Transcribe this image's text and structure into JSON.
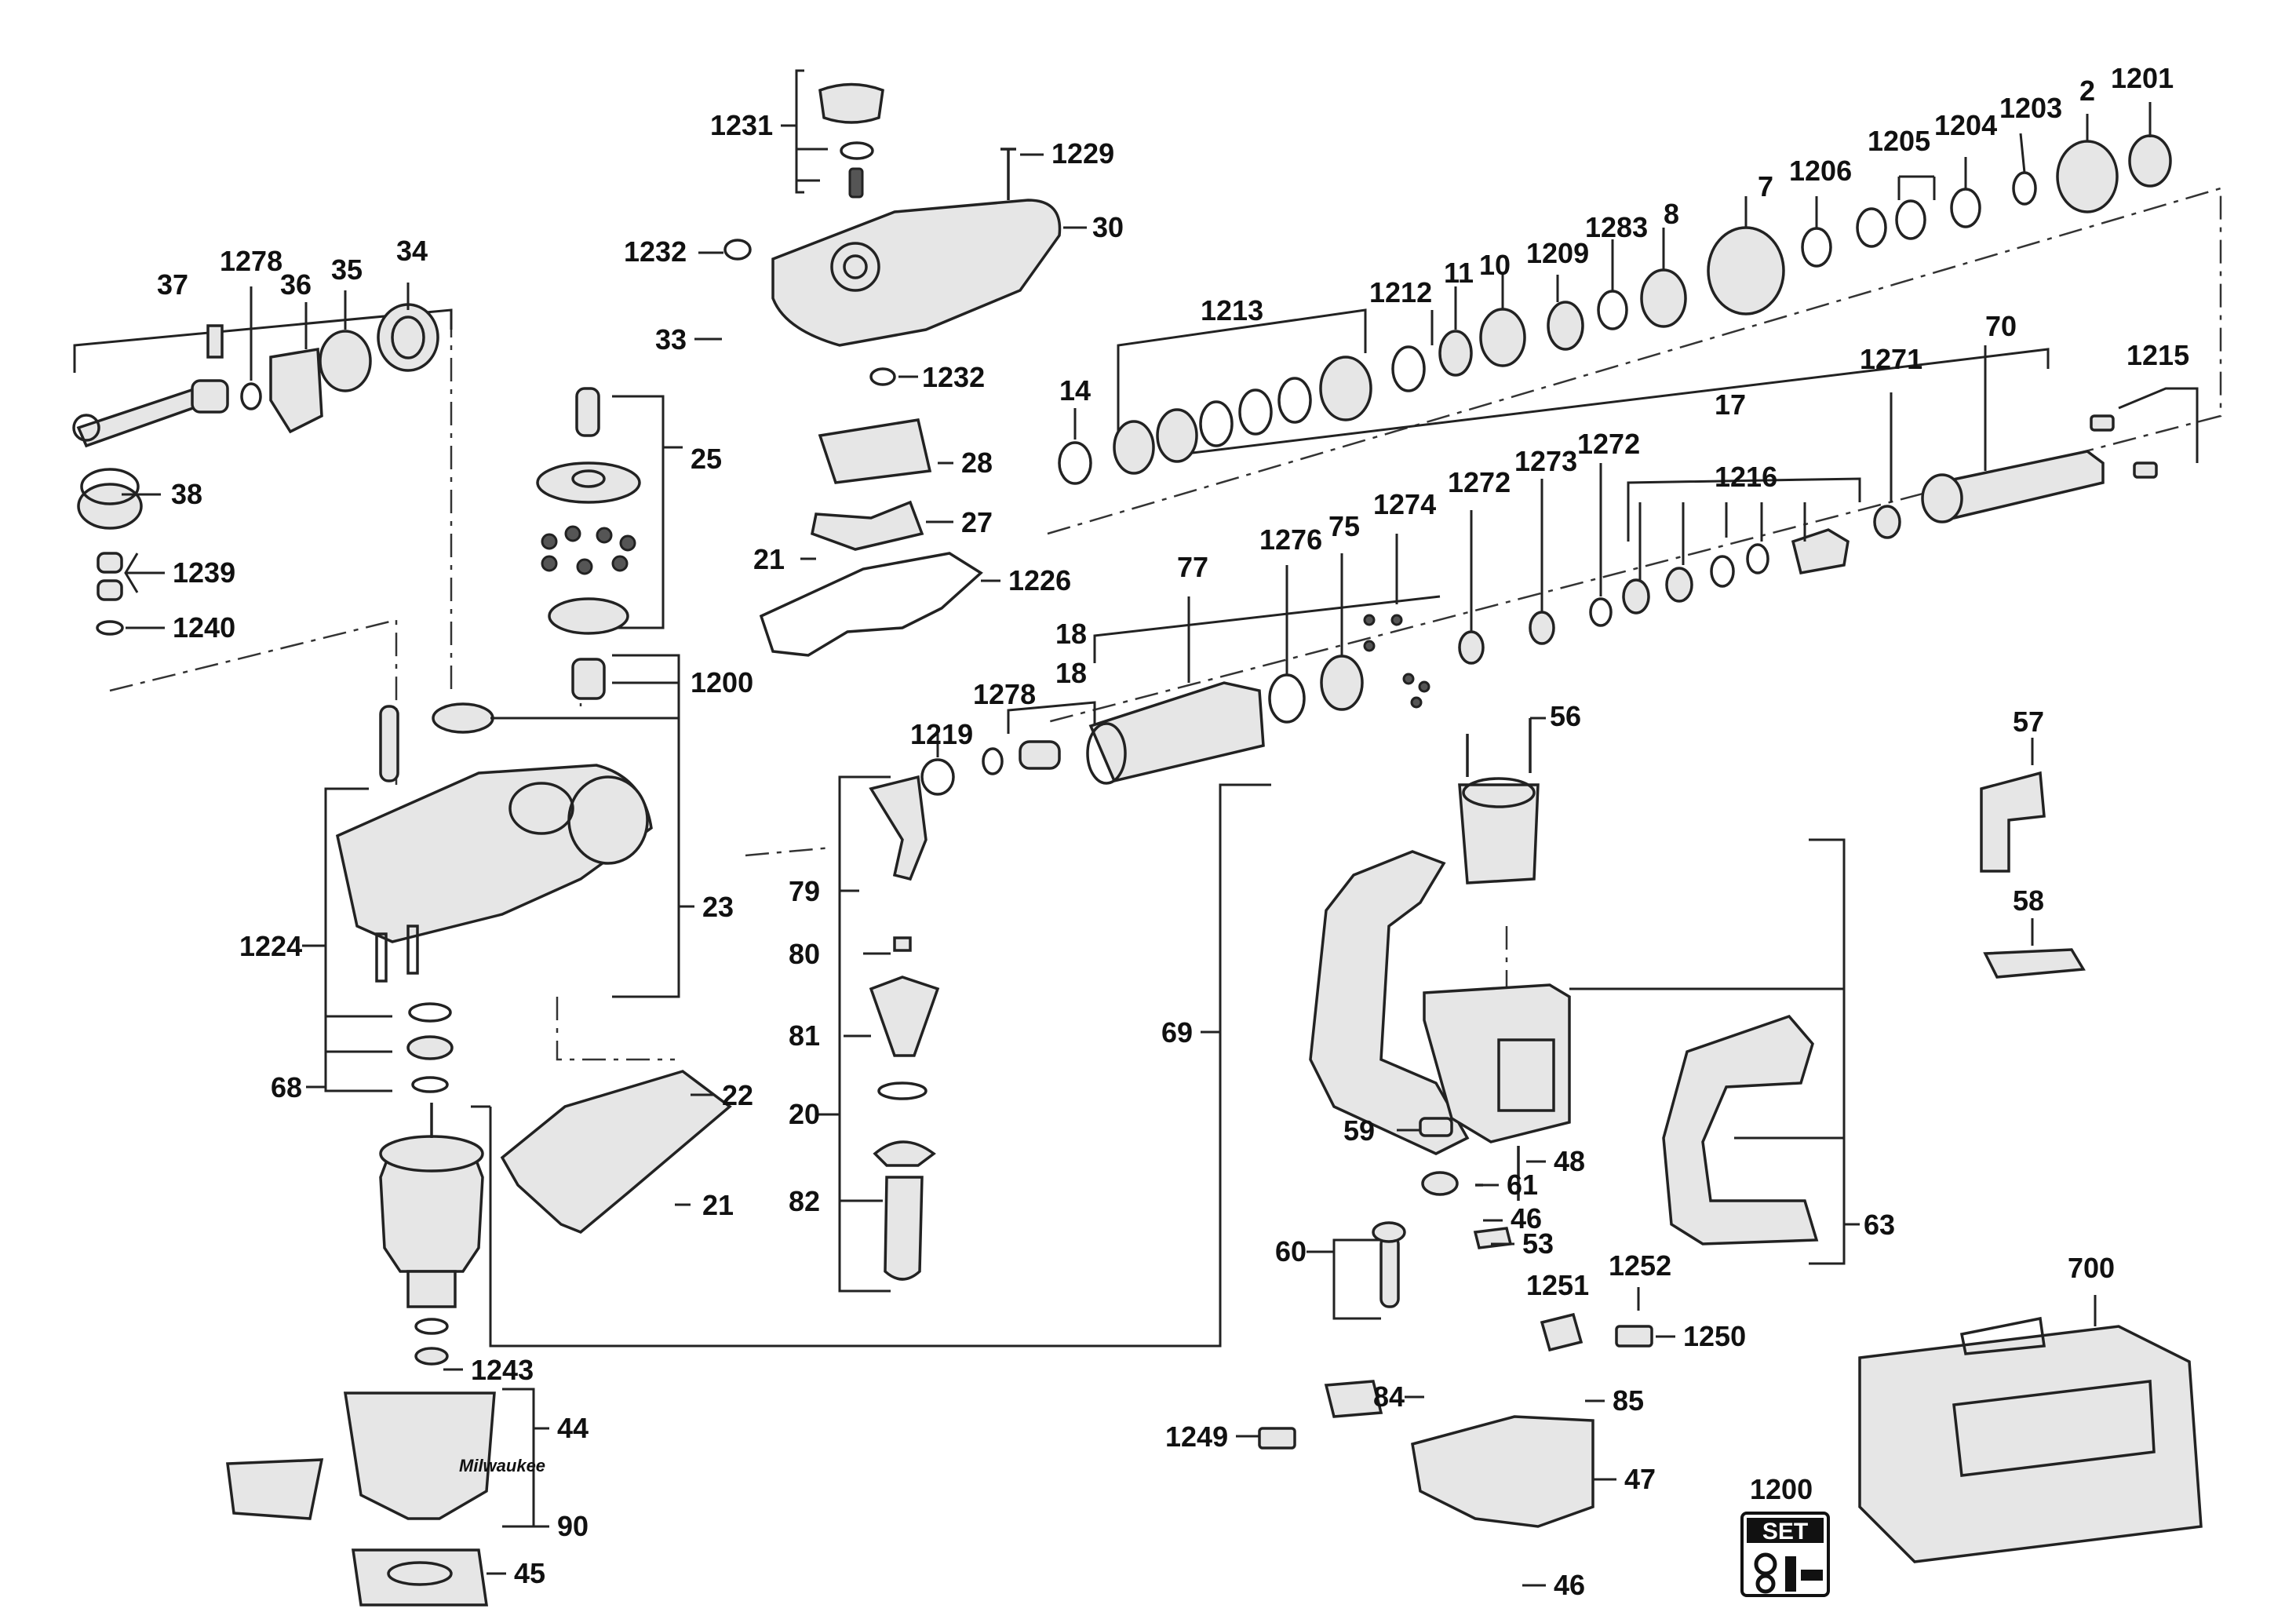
{
  "diagram": {
    "labels": {
      "p2": "2",
      "p7": "7",
      "p8": "8",
      "p10": "10",
      "p11": "11",
      "p14": "14",
      "p17": "17",
      "p18a": "18",
      "p18b": "18",
      "p20": "20",
      "p21a": "21",
      "p21b": "21",
      "p22": "22",
      "p23": "23",
      "p25": "25",
      "p27": "27",
      "p28": "28",
      "p30": "30",
      "p33": "33",
      "p34": "34",
      "p35": "35",
      "p36": "36",
      "p37": "37",
      "p38": "38",
      "p44": "44",
      "p45": "45",
      "p46a": "46",
      "p46b": "46",
      "p47": "47",
      "p48": "48",
      "p53": "53",
      "p56": "56",
      "p57": "57",
      "p58": "58",
      "p59": "59",
      "p60": "60",
      "p61": "61",
      "p63": "63",
      "p68": "68",
      "p69": "69",
      "p70": "70",
      "p75": "75",
      "p77": "77",
      "p79": "79",
      "p80": "80",
      "p81": "81",
      "p82": "82",
      "p84": "84",
      "p85": "85",
      "p90": "90",
      "p700": "700",
      "p1200a": "1200",
      "p1200b": "1200",
      "p1201": "1201",
      "p1203": "1203",
      "p1204": "1204",
      "p1205": "1205",
      "p1206": "1206",
      "p1209": "1209",
      "p1212": "1212",
      "p1213": "1213",
      "p1215": "1215",
      "p1216": "1216",
      "p1219": "1219",
      "p1224": "1224",
      "p1226": "1226",
      "p1229": "1229",
      "p1231": "1231",
      "p1232a": "1232",
      "p1232b": "1232",
      "p1239": "1239",
      "p1240": "1240",
      "p1243": "1243",
      "p1249": "1249",
      "p1250": "1250",
      "p1251": "1251",
      "p1252": "1252",
      "p1271": "1271",
      "p1272a": "1272",
      "p1272b": "1272",
      "p1273": "1273",
      "p1274": "1274",
      "p1276": "1276",
      "p1278a": "1278",
      "p1278b": "1278",
      "p1283": "1283"
    },
    "set_badge": "SET",
    "brand_mark": "Milwaukee"
  }
}
